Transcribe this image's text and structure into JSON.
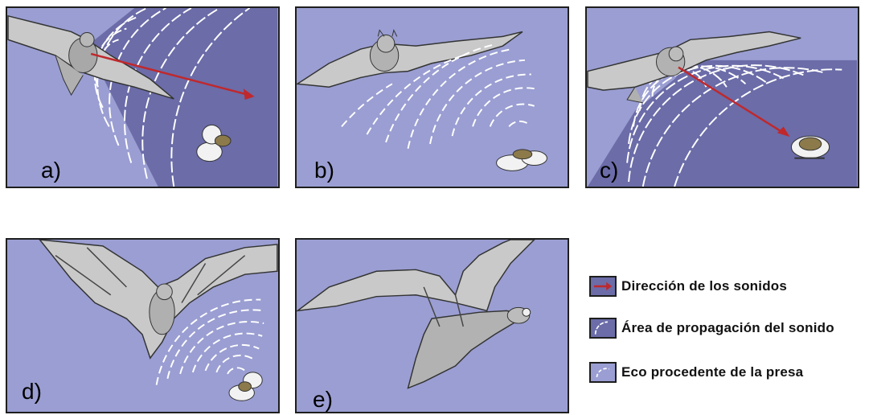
{
  "panels": [
    {
      "id": "a",
      "label": "a)"
    },
    {
      "id": "b",
      "label": "b)"
    },
    {
      "id": "c",
      "label": "c)"
    },
    {
      "id": "d",
      "label": "d)"
    },
    {
      "id": "e",
      "label": "e)"
    }
  ],
  "legend": {
    "direction": "Dirección de los sonidos",
    "area": "Área de propagación del sonido",
    "echo": "Eco procedente de la presa"
  },
  "colors": {
    "background": "#9a9ed2",
    "propagation_area": "#6b6ca8",
    "direction_arrow": "#c0282c",
    "wave": "#ffffff",
    "bat": "#bdbdbd"
  }
}
